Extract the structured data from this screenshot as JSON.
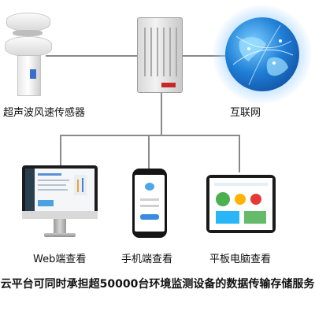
{
  "nodes": {
    "sensor": {
      "label": "超声波风速传感器"
    },
    "internet": {
      "label": "互联网"
    },
    "web": {
      "label": "Web端查看"
    },
    "mobile": {
      "label": "手机端查看"
    },
    "tablet": {
      "label": "平板电脑查看"
    }
  },
  "caption": "云平台可同时承担超50000台环境监测设备的数据传输存储服务",
  "colors": {
    "connector": "#8a8a8a",
    "globe": "#1f7fd6",
    "accent_red": "#c62828"
  }
}
